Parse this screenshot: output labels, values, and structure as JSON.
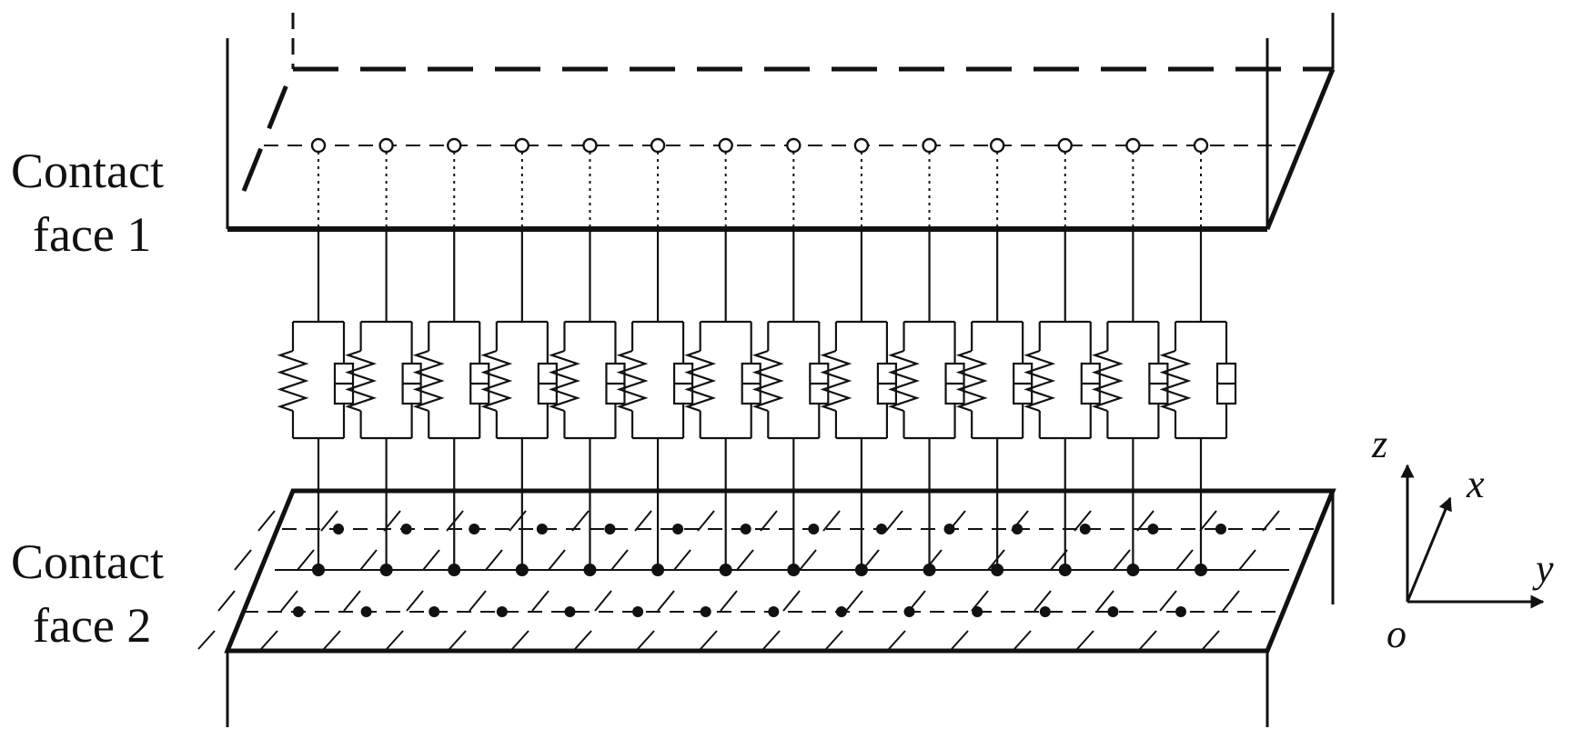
{
  "labels": {
    "face1_line1": "Contact",
    "face1_line2": "face 1",
    "face2_line1": "Contact",
    "face2_line2": "face 2"
  },
  "axes": {
    "z": "z",
    "x": "x",
    "y": "y",
    "origin": "o"
  },
  "colors": {
    "stroke": "#111111",
    "background": "#ffffff"
  }
}
